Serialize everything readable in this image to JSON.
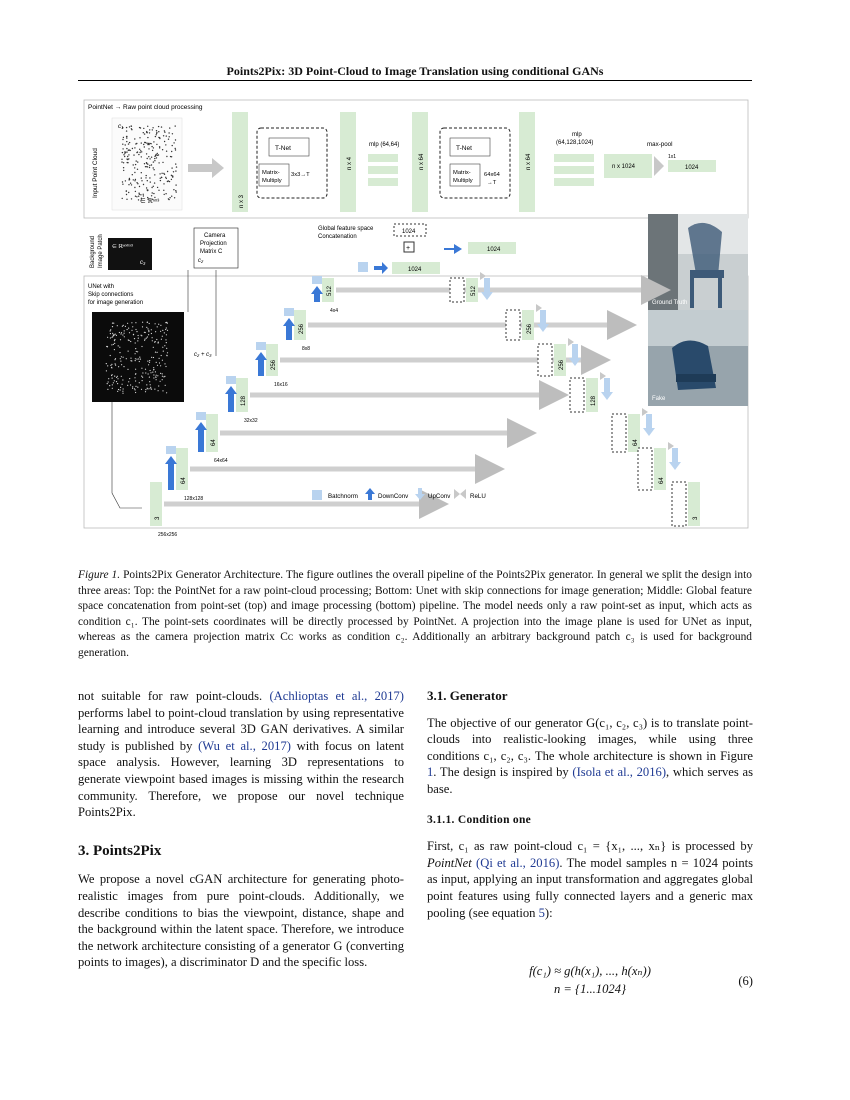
{
  "header": {
    "running_title": "Points2Pix: 3D Point-Cloud to Image Translation using conditional GANs"
  },
  "figure": {
    "top_label": "PointNet → Raw point cloud processing",
    "input_point_cloud": "Input Point Cloud",
    "c1": "c₁",
    "rn3": "∈ ℝⁿˣ³",
    "n_x_3": "n x 3",
    "tnet": "T-Net",
    "matrix_multiply": "Matrix-Multiply",
    "t3x3": "3x3→T",
    "n_x_4": "n x 4",
    "mlp1": "mlp (64,64)",
    "n_x_64": "n x 64",
    "t64x64": "64x64 →T",
    "mlp2": "mlp (64,128,1024)",
    "max_pool": "max-pool",
    "n_x_1024": "n x 1024",
    "one_x_one": "1x1",
    "n1024": "1024",
    "global_feature": "Global feature space Concatenation",
    "camera_projection": "Camera Projection Matrix Cᴄ",
    "c2": "c₂",
    "background_image_patch": "Background Image Patch",
    "rwh3": "∈ ℝʷˣʰˣ³",
    "c3": "c₃",
    "unet_label": "UNet with Skip connections for image generation",
    "c2_plus_c3": "c₂ + c₃",
    "ground_truth": "Ground Truth",
    "fake": "Fake",
    "sizes": [
      "256x256",
      "128x128",
      "64x64",
      "32x32",
      "16x16",
      "8x8",
      "4x4"
    ],
    "enc_channels": [
      "3",
      "64",
      "64",
      "128",
      "256",
      "256",
      "512"
    ],
    "dec_channels": [
      "512",
      "256",
      "256",
      "128",
      "64",
      "64"
    ],
    "right_channels": [
      "512",
      "256",
      "256",
      "128",
      "64",
      "64",
      "3"
    ],
    "legend": {
      "batchnorm": "Batchnorm",
      "downconv": "DownConv",
      "upconv": "UpConv",
      "relu": "ReLU"
    }
  },
  "caption": {
    "label": "Figure 1.",
    "text": "Points2Pix Generator Architecture. The figure outlines the overall pipeline of the Points2Pix generator. In general we split the design into three areas: Top: the PointNet for a raw point-cloud processing; Bottom: Unet with skip connections for image generation; Middle: Global feature space concatenation from point-set (top) and image processing (bottom) pipeline. The model needs only a raw point-set as input, which acts as condition c₁. The point-sets coordinates will be directly processed by PointNet. A projection into the image plane is used for UNet as input, whereas as the camera projection matrix Cᴄ works as condition c₂. Additionally an arbitrary background patch c₃ is used for background generation."
  },
  "left_column": {
    "p1_a": "not suitable for raw point-clouds.",
    "p1_cite1": "(Achlioptas et al., 2017)",
    "p1_b": "performs label to point-cloud translation by using representative learning and introduce several 3D GAN derivatives. A similar study is published by",
    "p1_cite2": "(Wu et al., 2017)",
    "p1_c": "with focus on latent space analysis. However, learning 3D representations to generate viewpoint based images is missing within the research community. Therefore, we propose our novel technique Points2Pix.",
    "section3": "3. Points2Pix",
    "p2": "We propose a novel cGAN architecture for generating photo-realistic images from pure point-clouds. Additionally, we describe conditions to bias the viewpoint, distance, shape and the background within the latent space. Therefore, we introduce the network architecture consisting of a generator G (converting points to images), a discriminator D and the specific loss."
  },
  "right_column": {
    "section31": "3.1. Generator",
    "p1_a": "The objective of our generator G(c₁, c₂, c₃) is to translate point-clouds into realistic-looking images, while using three conditions c₁, c₂, c₃. The whole architecture is shown in Figure",
    "fig_ref": "1",
    "p1_b": ". The design is inspired by",
    "p1_cite": "(Isola et al., 2016)",
    "p1_c": ", which serves as base.",
    "section311": "3.1.1. Condition one",
    "p2_a": "First, c₁ as raw point-cloud c₁ = {x₁, ..., xₙ} is processed by",
    "p2_pointnet": "PointNet",
    "p2_cite": "(Qi et al., 2016)",
    "p2_b": ". The model samples n = 1024 points as input, applying an input transformation and aggregates global point features using fully connected layers and a generic max pooling (see equation",
    "p2_eqref": "5",
    "p2_c": "):",
    "eq_line1": "f(c₁) ≈ g(h(x₁), ..., h(xₙ))",
    "eq_line2": "n = {1...1024}",
    "eq_number": "(6)"
  },
  "colors": {
    "layer_green": "#d7ebd3",
    "arrow_blue": "#3a78d6",
    "batchnorm_blue": "#b9d3ef",
    "gray_arrow": "#c8c8c8",
    "link": "#1f3a93"
  }
}
